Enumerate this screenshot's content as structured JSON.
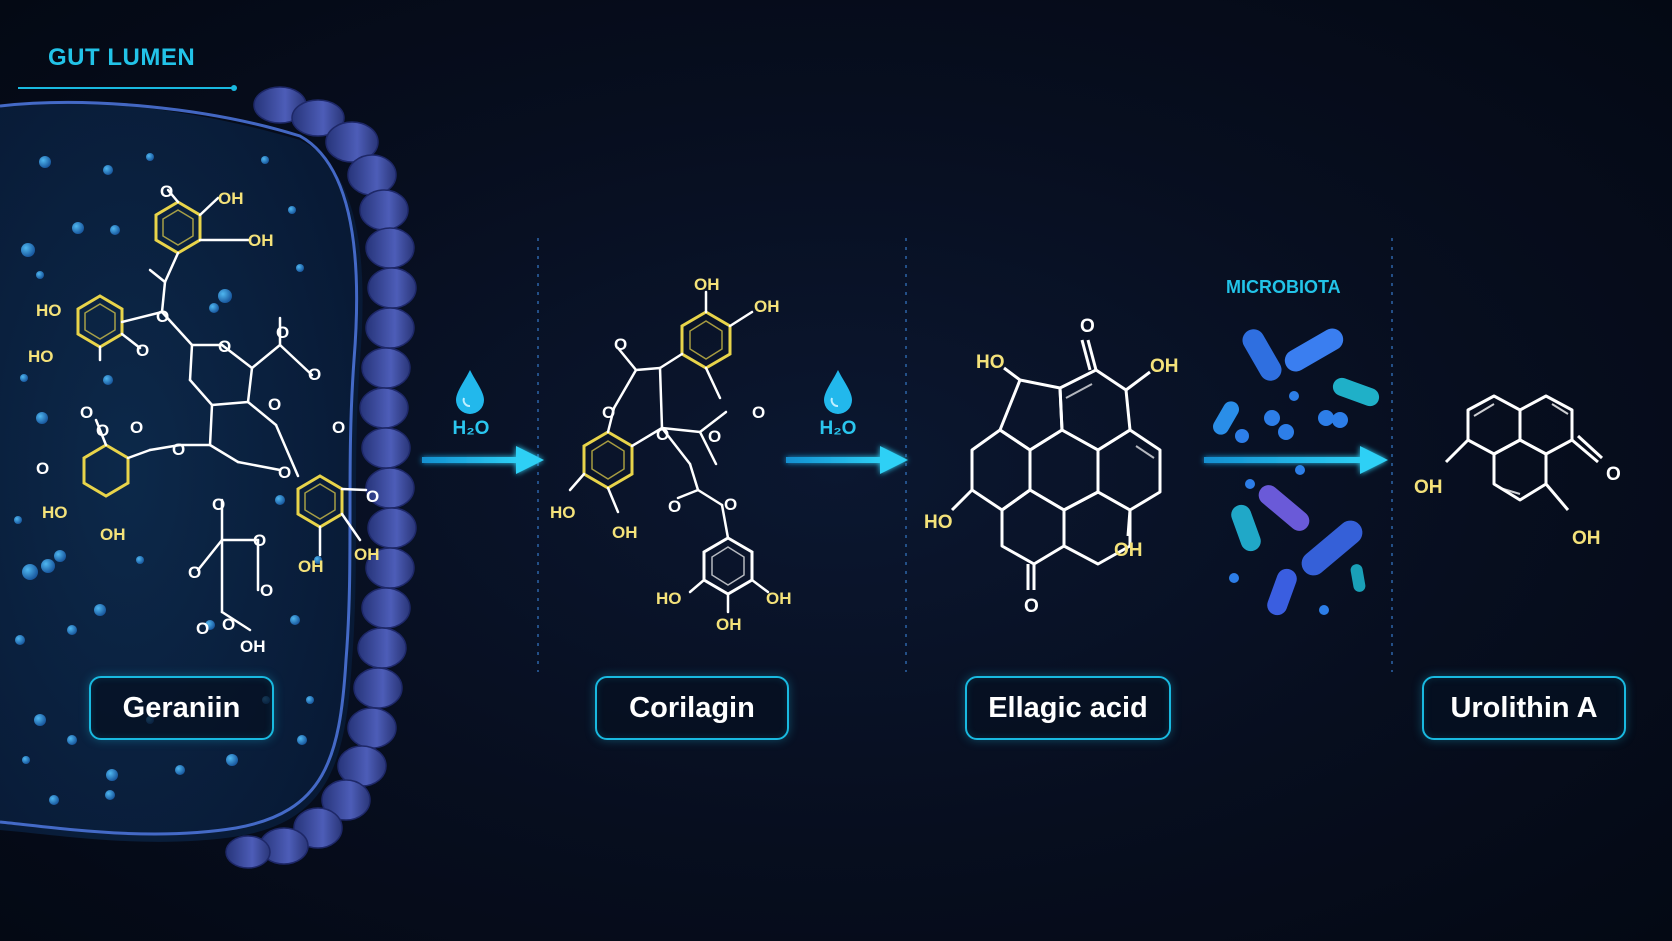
{
  "zone": {
    "title": "GUT LUMEN"
  },
  "compounds": [
    {
      "name": "Geraniin"
    },
    {
      "name": "Corilagin"
    },
    {
      "name": "Ellagic acid"
    },
    {
      "name": "Urolithin A"
    }
  ],
  "steps": [
    {
      "reagent": "H₂O"
    },
    {
      "reagent": "H₂O"
    },
    {
      "agent": "MICROBIOTA"
    }
  ],
  "atoms": {
    "oh": "OH",
    "ho": "HO",
    "o": "O"
  },
  "colors": {
    "accent": "#19b9e0",
    "highlight_ring": "#e8d44a",
    "bond": "#ffffff",
    "gut_wall": "#3b4a9e",
    "background": "#060c1c"
  }
}
